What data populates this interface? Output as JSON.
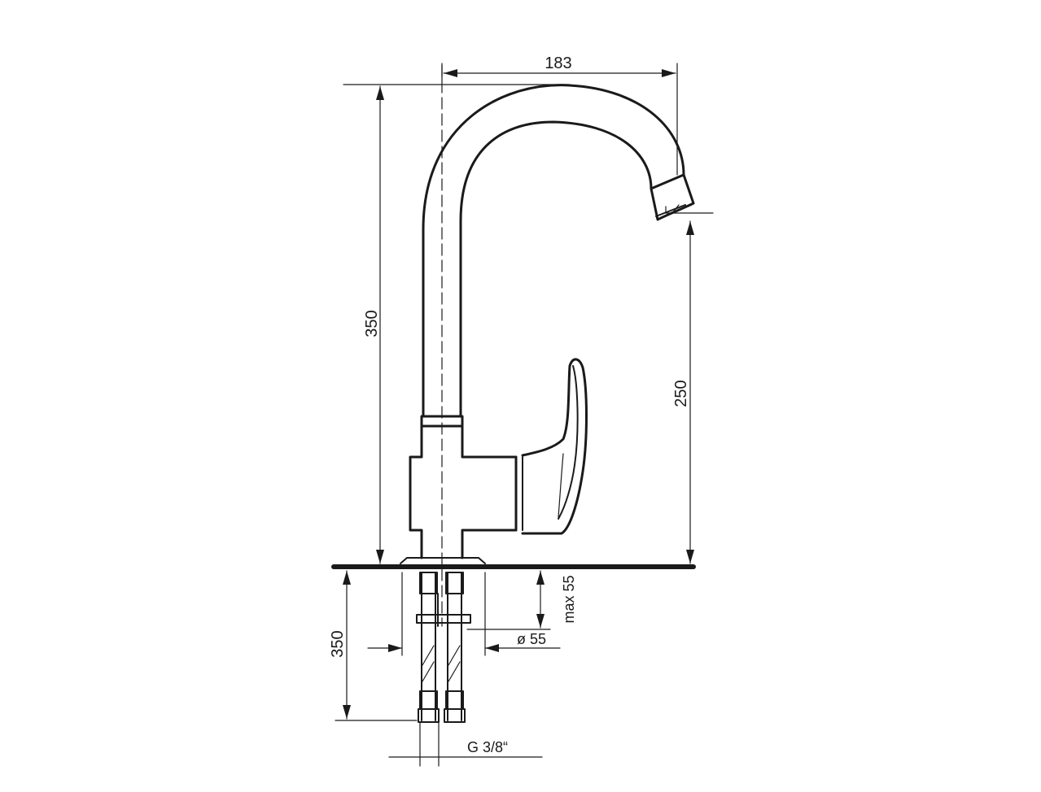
{
  "dimensions": {
    "spout_reach": "183",
    "total_height": "350",
    "spout_height": "250",
    "hose_length": "350",
    "max_deck_thickness": "max 55",
    "mount_hole_diameter": "ø 55",
    "hose_thread": "G 3/8“"
  }
}
